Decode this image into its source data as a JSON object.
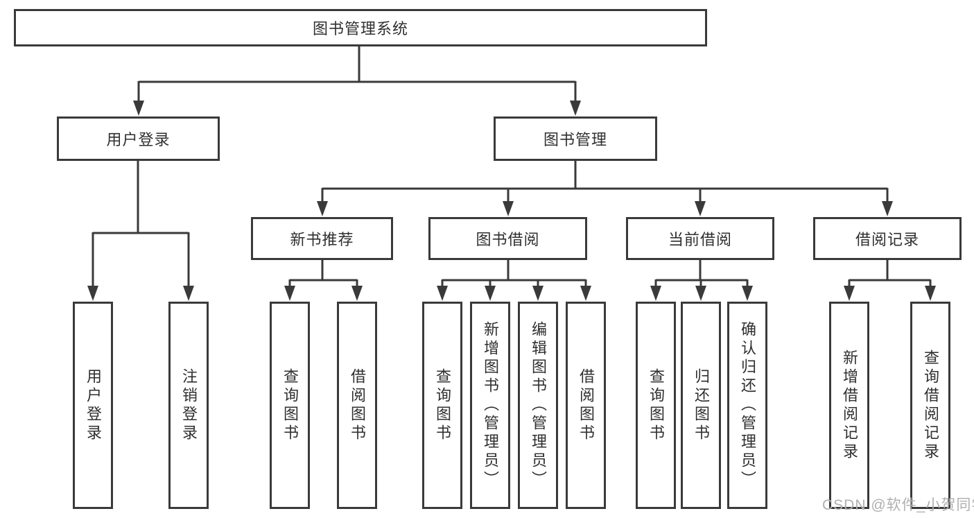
{
  "diagram": {
    "type": "hierarchy-tree",
    "nodes": {
      "root": "图书管理系统",
      "level2": {
        "user_login": "用户登录",
        "book_mgmt": "图书管理"
      },
      "level3": {
        "new_book_rec": "新书推荐",
        "book_borrow": "图书借阅",
        "current_borrow": "当前借阅",
        "borrow_records": "借阅记录"
      },
      "leaves": {
        "user_login": "用户登录",
        "logout": "注销登录",
        "rec_query_book": "查询图书",
        "rec_borrow_book": "借阅图书",
        "borrow_query_book": "查询图书",
        "borrow_add_book": "新增图书（管理员）",
        "borrow_edit_book": "编辑图书（管理员）",
        "borrow_borrow_book": "借阅图书",
        "current_query_book": "查询图书",
        "current_return_book": "归还图书",
        "current_confirm_return": "确认归还（管理员）",
        "records_add_record": "新增借阅记录",
        "records_query_record": "查询借阅记录"
      }
    },
    "edges": [
      [
        "图书管理系统",
        "用户登录"
      ],
      [
        "图书管理系统",
        "图书管理"
      ],
      [
        "用户登录",
        "用户登录(叶)"
      ],
      [
        "用户登录",
        "注销登录"
      ],
      [
        "图书管理",
        "新书推荐"
      ],
      [
        "图书管理",
        "图书借阅"
      ],
      [
        "图书管理",
        "当前借阅"
      ],
      [
        "图书管理",
        "借阅记录"
      ],
      [
        "新书推荐",
        "查询图书"
      ],
      [
        "新书推荐",
        "借阅图书"
      ],
      [
        "图书借阅",
        "查询图书"
      ],
      [
        "图书借阅",
        "新增图书（管理员）"
      ],
      [
        "图书借阅",
        "编辑图书（管理员）"
      ],
      [
        "图书借阅",
        "借阅图书"
      ],
      [
        "当前借阅",
        "查询图书"
      ],
      [
        "当前借阅",
        "归还图书"
      ],
      [
        "当前借阅",
        "确认归还（管理员）"
      ],
      [
        "借阅记录",
        "新增借阅记录"
      ],
      [
        "借阅记录",
        "查询借阅记录"
      ]
    ],
    "colors": {
      "line": "#3a3a3a",
      "box_border": "#3a3a3a",
      "text": "#2f2f2f",
      "watermark": "#b0b0b0",
      "background": "#ffffff"
    }
  },
  "watermark": "CSDN @软件_小贺同学"
}
